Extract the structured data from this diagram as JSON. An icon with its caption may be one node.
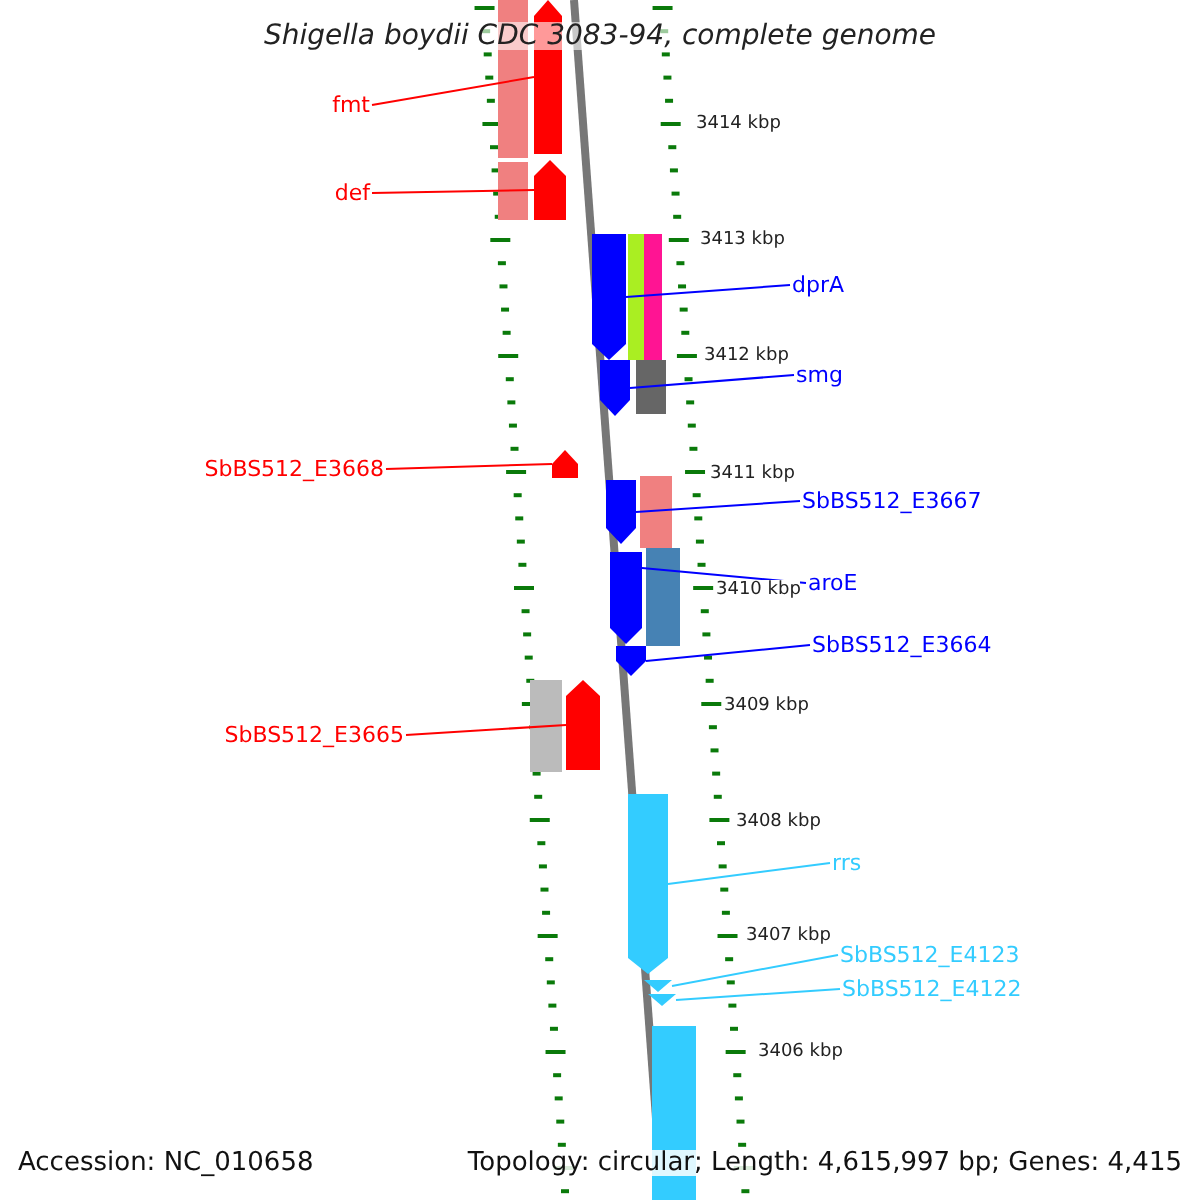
{
  "diagram": {
    "title": "Shigella boydii CDC 3083-94, complete genome",
    "nodes": [
      {
        "text": [
          "fmt"
        ]
      },
      {
        "text": [
          "def"
        ]
      },
      {
        "text": [
          "dprA"
        ]
      },
      {
        "text": [
          "smg"
        ]
      },
      {
        "text": [
          "SbBS512_E3668"
        ]
      },
      {
        "text": [
          "SbBS512_E3667"
        ]
      },
      {
        "text": [
          "aroE"
        ]
      },
      {
        "text": [
          "SbBS512_E3664"
        ]
      },
      {
        "text": [
          "SbBS512_E3665"
        ]
      },
      {
        "text": [
          "rrs"
        ]
      },
      {
        "text": [
          "SbBS512_E4123"
        ]
      },
      {
        "text": [
          "SbBS512_E4122"
        ]
      },
      {
        "text": [],
        "shape": "bar"
      },
      {
        "text": [],
        "shape": "bar"
      },
      {
        "text": [],
        "shape": "bar"
      },
      {
        "text": [],
        "shape": "bar"
      },
      {
        "text": [],
        "shape": "bar"
      },
      {
        "text": [],
        "shape": "bar"
      },
      {
        "text": [],
        "shape": "bar"
      },
      {
        "text": [],
        "shape": "bar"
      },
      {
        "text": [],
        "shape": "bar"
      },
      {
        "text": [],
        "shape": "bar"
      },
      {
        "text": [],
        "shape": "bar"
      },
      {
        "text": [],
        "shape": "bar"
      },
      {
        "text": [],
        "shape": "box"
      },
      {
        "text": [],
        "shape": "box"
      },
      {
        "text": [],
        "shape": "box"
      },
      {
        "text": [],
        "shape": "box"
      },
      {
        "text": [],
        "shape": "box"
      },
      {
        "text": [],
        "shape": "box"
      },
      {
        "text": [],
        "shape": "box"
      },
      {
        "text": [],
        "shape": "box"
      },
      {
        "text": [],
        "shape": "box"
      }
    ],
    "edges": [
      {
        "from": 0,
        "to": 12,
        "arrow": "none",
        "color": "#ff0000"
      },
      {
        "from": 1,
        "to": 13,
        "arrow": "none",
        "color": "#ff0000"
      },
      {
        "from": 2,
        "to": 14,
        "arrow": "none"
      },
      {
        "from": 3,
        "to": 15,
        "arrow": "none"
      },
      {
        "from": 4,
        "to": 16,
        "arrow": "none",
        "color": "#ff0000"
      },
      {
        "from": 5,
        "to": 17,
        "arrow": "none"
      },
      {
        "from": 6,
        "to": 18,
        "arrow": "none"
      },
      {
        "from": 7,
        "to": 19,
        "arrow": "none"
      },
      {
        "from": 8,
        "to": 20,
        "arrow": "none",
        "color": "#ff0000"
      },
      {
        "from": 9,
        "to": 21,
        "arrow": "none",
        "color": "#33ccff"
      },
      {
        "from": 10,
        "to": 22,
        "arrow": "none",
        "color": "#33ccff"
      },
      {
        "from": 11,
        "to": 23,
        "arrow": "none",
        "color": "#33ccff"
      }
    ],
    "labels": [
      "3414 kbp",
      "3413 kbp",
      "3412 kbp",
      "3411 kbp",
      "3410 kbp",
      "3409 kbp",
      "3408 kbp",
      "3407 kbp",
      "3406 kbp",
      "Accession: NC_010658",
      "Topology: circular; Length: 4,615,997 bp; Genes: 4,415"
    ]
  }
}
